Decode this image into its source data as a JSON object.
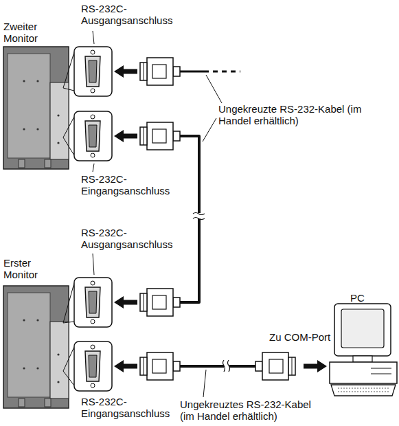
{
  "diagram": {
    "nodes": [
      {
        "text": [
          "Zweiter Monitor"
        ]
      },
      {
        "text": [
          "Erster Monitor"
        ]
      },
      {
        "text": [
          "PC"
        ]
      }
    ],
    "edges": [
      {
        "from": 1,
        "to": 0,
        "arrow": "none"
      },
      {
        "from": 2,
        "to": 1,
        "arrow": "none"
      }
    ],
    "labels": [
      "RS-232C- Ausgangsanschluss",
      "Ungekreuzte RS-232-Kabel (im Handel erhältlich)",
      "RS-232C- Eingangsanschluss",
      "RS-232C- Ausgangsanschluss",
      "Zu COM-Port",
      "RS-232C- Eingangsanschluss",
      "Ungekreuztes RS-232-Kabel (im Handel erhältlich)"
    ]
  }
}
